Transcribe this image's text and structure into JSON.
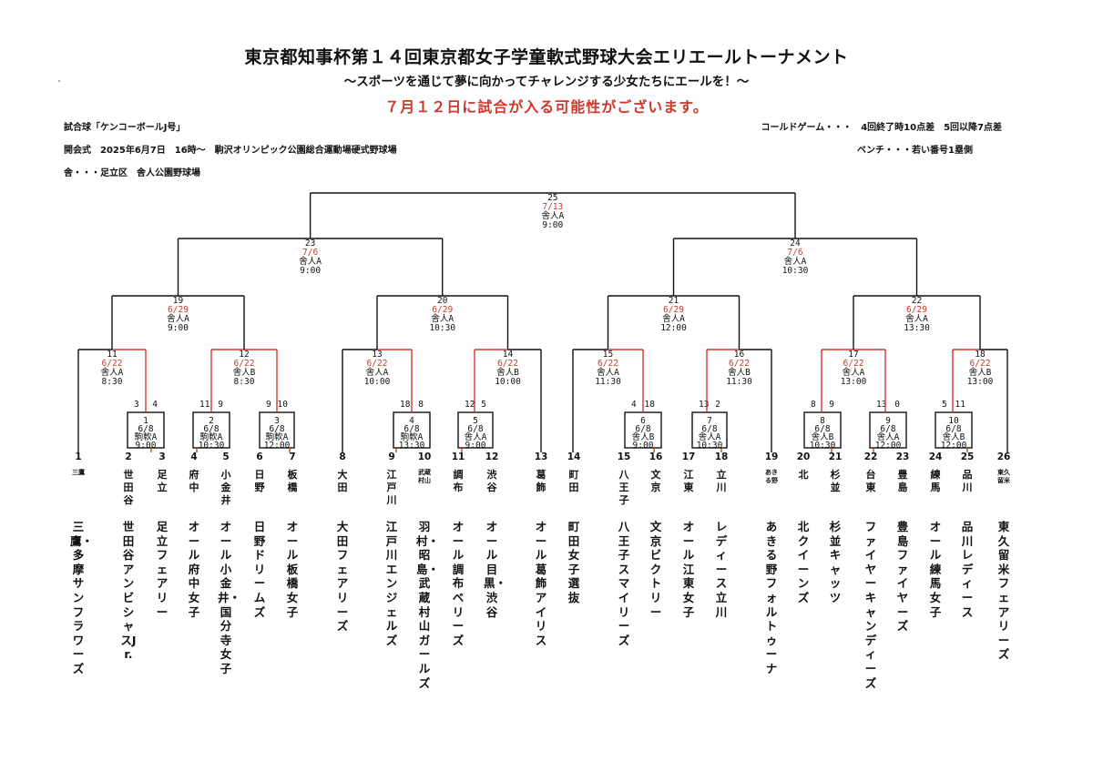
{
  "header": {
    "title": "東京都知事杯第１４回東京都女子学童軟式野球大会エリエールトーナメント",
    "subtitle": "～スポーツを通じて夢に向かってチャレンジする少女たちにエールを！～",
    "notice": "７月１２日に試合が入る可能性がございます。"
  },
  "info": {
    "ball": "試合球「ケンコーボールJ号」",
    "opening": "開会式　2025年6月7日　16時～　駒沢オリンピック公園総合運動場硬式野球場",
    "venue": "舎・・・足立区　舎人公園野球場",
    "called_game": "コールドゲーム・・・　4回終了時10点差　5回以降7点差",
    "bench": "ベンチ・・・若い番号1塁側"
  },
  "colors": {
    "red": "#d0382b",
    "black": "#111111"
  },
  "matches": [
    {
      "id": "25",
      "num": "25",
      "date": "7/13",
      "venue": "舎人A",
      "time": "9:00"
    },
    {
      "id": "23",
      "num": "23",
      "date": "7/6",
      "venue": "舎人A",
      "time": "9:00"
    },
    {
      "id": "24",
      "num": "24",
      "date": "7/6",
      "venue": "舎人A",
      "time": "10:30"
    },
    {
      "id": "19",
      "num": "19",
      "date": "6/29",
      "venue": "舎人A",
      "time": "9:00"
    },
    {
      "id": "20",
      "num": "20",
      "date": "6/29",
      "venue": "舎人A",
      "time": "10:30"
    },
    {
      "id": "21",
      "num": "21",
      "date": "6/29",
      "venue": "舎人A",
      "time": "12:00"
    },
    {
      "id": "22",
      "num": "22",
      "date": "6/29",
      "venue": "舎人A",
      "time": "13:30"
    },
    {
      "id": "11",
      "num": "11",
      "date": "6/22",
      "venue": "舎人A",
      "time": "8:30"
    },
    {
      "id": "12",
      "num": "12",
      "date": "6/22",
      "venue": "舎人B",
      "time": "8:30"
    },
    {
      "id": "13",
      "num": "13",
      "date": "6/22",
      "venue": "舎人A",
      "time": "10:00"
    },
    {
      "id": "14",
      "num": "14",
      "date": "6/22",
      "venue": "舎人B",
      "time": "10:00"
    },
    {
      "id": "15",
      "num": "15",
      "date": "6/22",
      "venue": "舎人A",
      "time": "11:30"
    },
    {
      "id": "16",
      "num": "16",
      "date": "6/22",
      "venue": "舎人B",
      "time": "11:30"
    },
    {
      "id": "17",
      "num": "17",
      "date": "6/22",
      "venue": "舎人A",
      "time": "13:00"
    },
    {
      "id": "18",
      "num": "18",
      "date": "6/22",
      "venue": "舎人B",
      "time": "13:00"
    },
    {
      "id": "1",
      "num": "1",
      "date": "6/8",
      "venue": "駒軟A",
      "time": "9:00",
      "left": "3",
      "right": "4"
    },
    {
      "id": "2",
      "num": "2",
      "date": "6/8",
      "venue": "駒軟A",
      "time": "10:30",
      "left": "11",
      "right": "9"
    },
    {
      "id": "3",
      "num": "3",
      "date": "6/8",
      "venue": "駒軟A",
      "time": "12:00",
      "left": "9",
      "right": "10"
    },
    {
      "id": "4",
      "num": "4",
      "date": "6/8",
      "venue": "駒軟A",
      "time": "13:30",
      "left": "18",
      "right": "8"
    },
    {
      "id": "5",
      "num": "5",
      "date": "6/8",
      "venue": "舎人A",
      "time": "9:00",
      "left": "12",
      "right": "5"
    },
    {
      "id": "6",
      "num": "6",
      "date": "6/8",
      "venue": "舎人B",
      "time": "9:00",
      "left": "4",
      "right": "18"
    },
    {
      "id": "7",
      "num": "7",
      "date": "6/8",
      "venue": "舎人A",
      "time": "10:30",
      "left": "13",
      "right": "2"
    },
    {
      "id": "8",
      "num": "8",
      "date": "6/8",
      "venue": "舎人B",
      "time": "10:30",
      "left": "8",
      "right": "9"
    },
    {
      "id": "9",
      "num": "9",
      "date": "6/8",
      "venue": "舎人A",
      "time": "12:00",
      "left": "13",
      "right": "0"
    },
    {
      "id": "10",
      "num": "10",
      "date": "6/8",
      "venue": "舎人B",
      "time": "12:00",
      "left": "5",
      "right": "11"
    }
  ],
  "teams": [
    {
      "num": "1",
      "short": "三鷹",
      "full": "三鷹・多摩サンフラワーズ",
      "small": true
    },
    {
      "num": "2",
      "short": "世田谷",
      "full": "世田谷アンビシャスJr.",
      "small": false
    },
    {
      "num": "3",
      "short": "足立",
      "full": "足立フェアリー",
      "small": false
    },
    {
      "num": "4",
      "short": "府中",
      "full": "オール府中女子",
      "small": false
    },
    {
      "num": "5",
      "short": "小金井",
      "full": "オール小金井・国分寺女子",
      "small": false
    },
    {
      "num": "6",
      "short": "日野",
      "full": "日野ドリームズ",
      "small": false
    },
    {
      "num": "7",
      "short": "板橋",
      "full": "オール板橋女子",
      "small": false
    },
    {
      "num": "8",
      "short": "大田",
      "full": "大田フェアリーズ",
      "small": false
    },
    {
      "num": "9",
      "short": "江戸川",
      "full": "江戸川エンジェルズ",
      "small": false
    },
    {
      "num": "10",
      "short": "武蔵村山",
      "full": "羽村・昭島・武蔵村山ガールズ",
      "small": true
    },
    {
      "num": "11",
      "short": "調布",
      "full": "オール調布ベリーズ",
      "small": false
    },
    {
      "num": "12",
      "short": "渋谷",
      "full": "オール目黒・渋谷",
      "small": false
    },
    {
      "num": "13",
      "short": "葛飾",
      "full": "オール葛飾アイリス",
      "small": false
    },
    {
      "num": "14",
      "short": "町田",
      "full": "町田女子選抜",
      "small": false
    },
    {
      "num": "15",
      "short": "八王子",
      "full": "八王子スマイリーズ",
      "small": false
    },
    {
      "num": "16",
      "short": "文京",
      "full": "文京ビクトリー",
      "small": false
    },
    {
      "num": "17",
      "short": "江東",
      "full": "オール江東女子",
      "small": false
    },
    {
      "num": "18",
      "short": "立川",
      "full": "レディース立川",
      "small": false
    },
    {
      "num": "19",
      "short": "あきる野",
      "full": "あきる野フォルトゥーナ",
      "small": true
    },
    {
      "num": "20",
      "short": "北",
      "full": "北クイーンズ",
      "small": false
    },
    {
      "num": "21",
      "short": "杉並",
      "full": "杉並キャッツ",
      "small": false
    },
    {
      "num": "22",
      "short": "台東",
      "full": "ファイヤーキャンディーズ",
      "small": false
    },
    {
      "num": "23",
      "short": "豊島",
      "full": "豊島ファイヤーズ",
      "small": false
    },
    {
      "num": "24",
      "short": "練馬",
      "full": "オール練馬女子",
      "small": false
    },
    {
      "num": "25",
      "short": "品川",
      "full": "品川レディース",
      "small": false
    },
    {
      "num": "26",
      "short": "東久留米",
      "full": "東久留米フェアリーズ",
      "small": true
    }
  ]
}
